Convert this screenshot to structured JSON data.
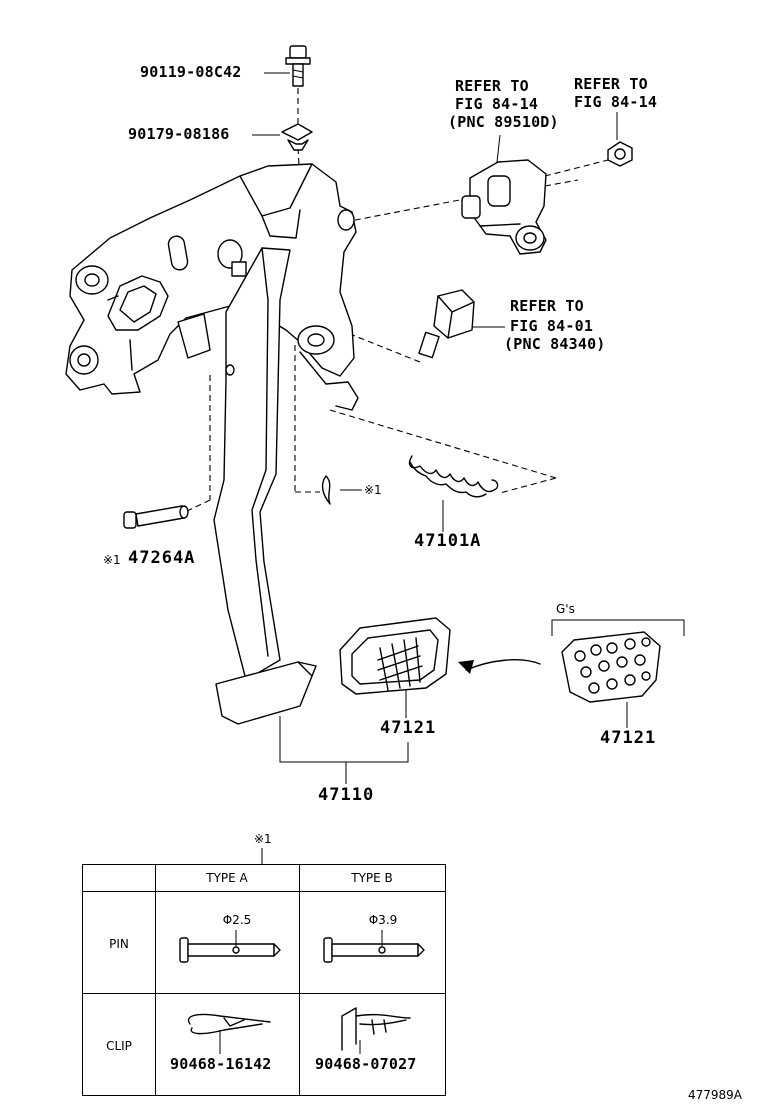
{
  "callouts": {
    "bolt": "90119-08C42",
    "nut": "90179-08186",
    "refer_sensor_l1": "REFER TO",
    "refer_sensor_l2": "FIG 84-14",
    "refer_sensor_l3": "(PNC 89510D)",
    "refer_fig_l1": "REFER TO",
    "refer_fig_l2": "FIG 84-14",
    "refer_switch_l1": "REFER TO",
    "refer_switch_l2": "FIG 84-01",
    "refer_switch_l3": "(PNC 84340)",
    "spring": "47101A",
    "pin_note": "※1",
    "pin_part_mark": "※1",
    "pin_part": "47264A",
    "pad_std": "47121",
    "gs_label": "G's",
    "pad_gs": "47121",
    "pedal_assy": "47110",
    "diagram_id": "477989A"
  },
  "table": {
    "note_mark": "※1",
    "col_a": "TYPE A",
    "col_b": "TYPE B",
    "row_pin": "PIN",
    "row_clip": "CLIP",
    "pin_a_dim": "Φ2.5",
    "pin_b_dim": "Φ3.9",
    "clip_a_part": "90468-16142",
    "clip_b_part": "90468-07027"
  }
}
